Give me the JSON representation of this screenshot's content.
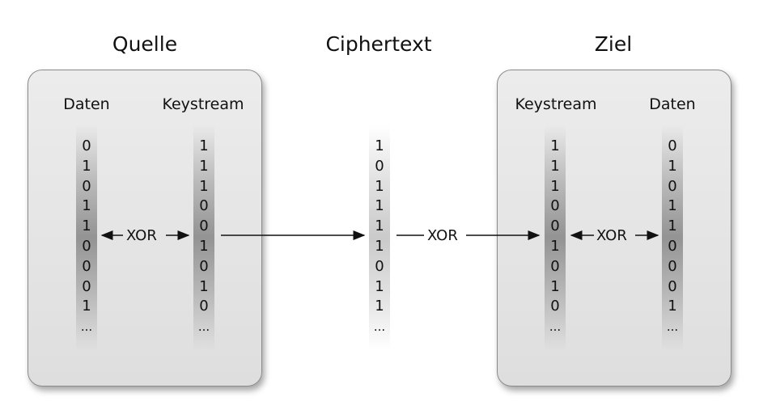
{
  "titles": {
    "source": "Quelle",
    "cipher": "Ciphertext",
    "target": "Ziel"
  },
  "labels": {
    "source_data": "Daten",
    "source_key": "Keystream",
    "target_key": "Keystream",
    "target_data": "Daten"
  },
  "columns": {
    "source_data": [
      "0",
      "1",
      "0",
      "1",
      "1",
      "0",
      "0",
      "0",
      "1"
    ],
    "source_key": [
      "1",
      "1",
      "1",
      "0",
      "0",
      "1",
      "0",
      "1",
      "0"
    ],
    "cipher": [
      "1",
      "0",
      "1",
      "1",
      "1",
      "1",
      "0",
      "1",
      "1"
    ],
    "target_key": [
      "1",
      "1",
      "1",
      "0",
      "0",
      "1",
      "0",
      "1",
      "0"
    ],
    "target_data": [
      "0",
      "1",
      "0",
      "1",
      "1",
      "0",
      "0",
      "0",
      "1"
    ]
  },
  "ellipsis": "...",
  "ops": {
    "xor_left": "XOR",
    "xor_middle": "XOR",
    "xor_right": "XOR"
  }
}
